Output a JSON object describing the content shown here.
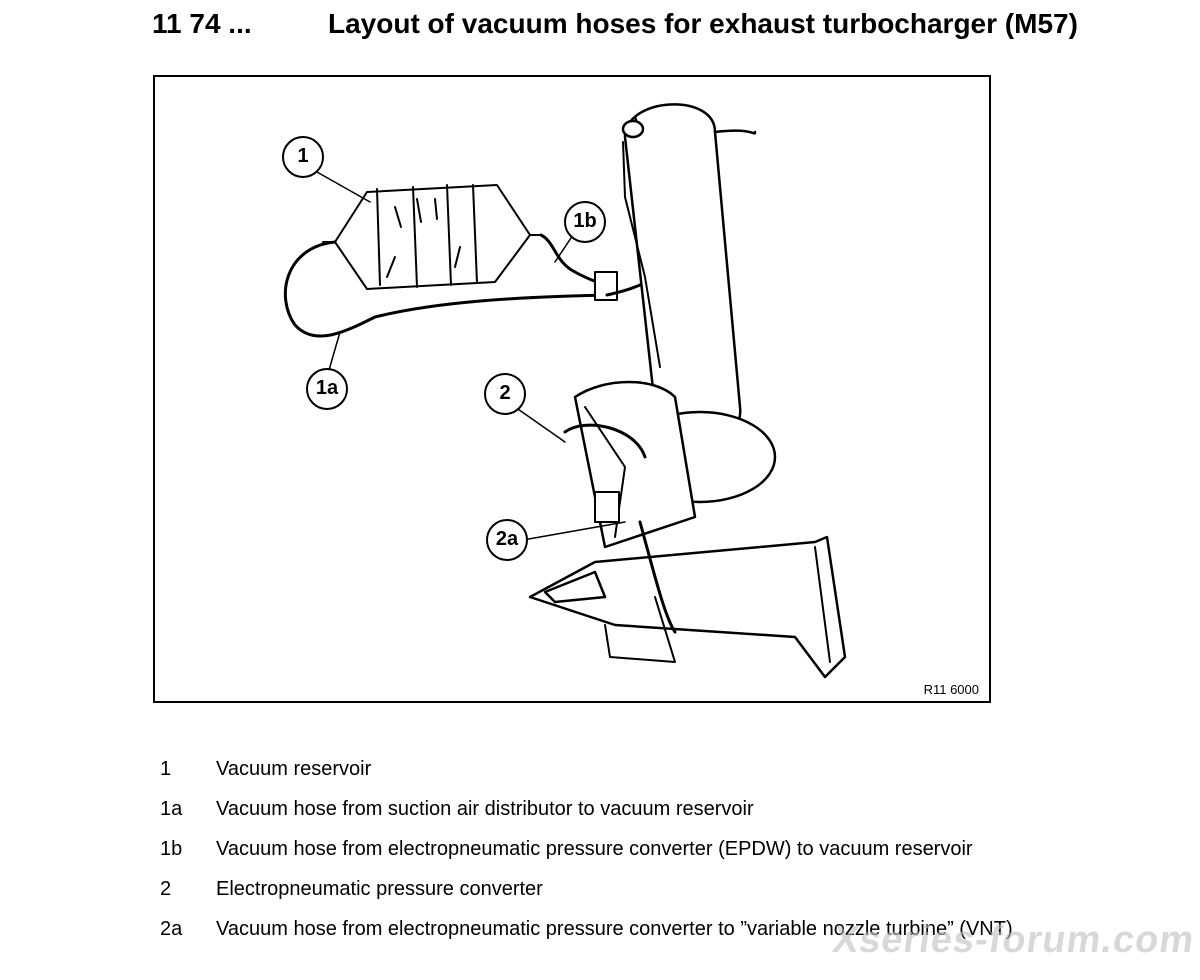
{
  "header": {
    "number": "11 74 ...",
    "title": "Layout of vacuum hoses for exhaust turbocharger (M57)"
  },
  "figure": {
    "reference": "R11 6000",
    "callouts": {
      "c1": "1",
      "c1a": "1a",
      "c1b": "1b",
      "c2": "2",
      "c2a": "2a"
    }
  },
  "legend": [
    {
      "key": "1",
      "text": "Vacuum reservoir"
    },
    {
      "key": "1a",
      "text": "Vacuum hose from suction air distributor to vacuum reservoir"
    },
    {
      "key": "1b",
      "text": "Vacuum hose from electropneumatic pressure converter (EPDW) to vacuum reservoir"
    },
    {
      "key": "2",
      "text": "Electropneumatic pressure converter"
    },
    {
      "key": "2a",
      "text": "Vacuum hose from electropneumatic pressure converter to ”variable nozzle turbine” (VNT)"
    }
  ],
  "watermark": "Xseries-forum.com"
}
